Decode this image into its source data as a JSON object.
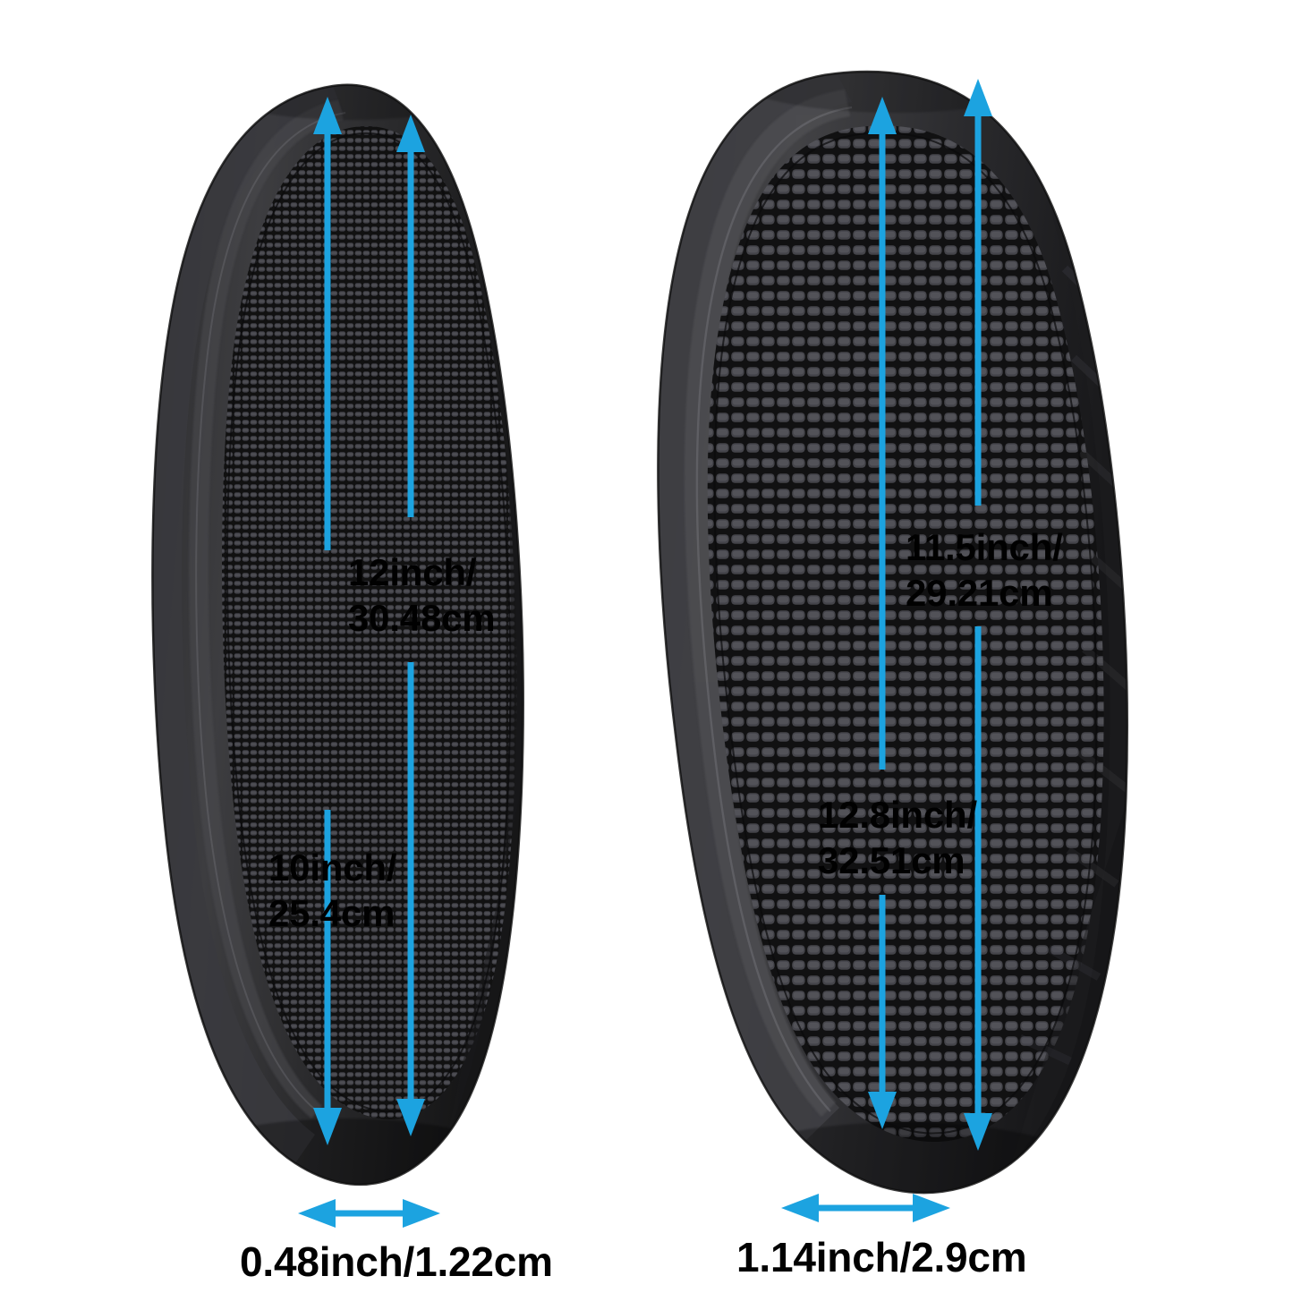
{
  "page": {
    "background_color": "#ffffff",
    "arrow_color": "#1CA3E0",
    "text_color": "#010101",
    "title": "Drive Belt Dimension Diagram"
  },
  "products": [
    {
      "id": "left-belt",
      "name": "narrow-cogged-v-belt",
      "outer_length_label": "12inch/\n30.48cm",
      "inner_length_label": "10inch/\n25.4cm",
      "width_label": "0.48inch/1.22cm",
      "measurements": {
        "outer_length_inch": 12,
        "outer_length_cm": 30.48,
        "inner_length_inch": 10,
        "inner_length_cm": 25.4,
        "width_inch": 0.48,
        "width_cm": 1.22
      }
    },
    {
      "id": "right-belt",
      "name": "wide-cogged-v-belt",
      "outer_length_label": "11.5inch/\n29.21cm",
      "inner_length_label": "12.8inch/\n32.51cm",
      "width_label": "1.14inch/2.9cm",
      "measurements": {
        "outer_length_inch": 11.5,
        "outer_length_cm": 29.21,
        "inner_length_inch": 12.8,
        "inner_length_cm": 32.51,
        "width_inch": 1.14,
        "width_cm": 2.9
      }
    }
  ]
}
